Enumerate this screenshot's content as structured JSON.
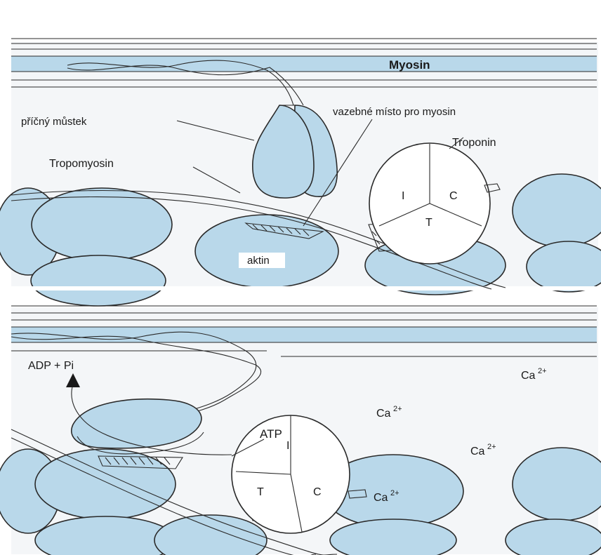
{
  "colors": {
    "protein_fill": "#b9d8ea",
    "outline": "#2a2a2a",
    "background": "#ffffff",
    "panel_bg": "#f4f6f8"
  },
  "top_panel": {
    "myosin_label": "Myosin",
    "cross_bridge_label": "příčný můstek",
    "binding_site_label": "vazebné místo pro  myosin",
    "troponin_label": "Troponin",
    "tropomyosin_label": "Tropomyosin",
    "actin_label": "aktin",
    "troponin_subunits": {
      "I": "I",
      "C": "C",
      "T": "T"
    }
  },
  "bottom_panel": {
    "adp_label": "ADP + Pi",
    "atp_label": "ATP",
    "calcium_label": "Ca",
    "calcium_charge": "2+",
    "troponin_subunits": {
      "I": "I",
      "C": "C",
      "T": "T"
    }
  }
}
